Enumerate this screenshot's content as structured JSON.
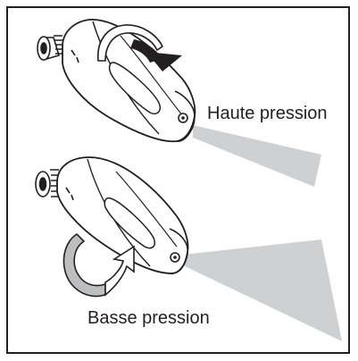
{
  "labels": {
    "high": "Haute pression",
    "low": "Basse pression"
  },
  "colors": {
    "outline": "#231f20",
    "spray": "#cfd0d2",
    "arrow_band": "#bcbec0"
  },
  "icons": [
    "nozzle",
    "curved-arrow",
    "spray-cone"
  ]
}
